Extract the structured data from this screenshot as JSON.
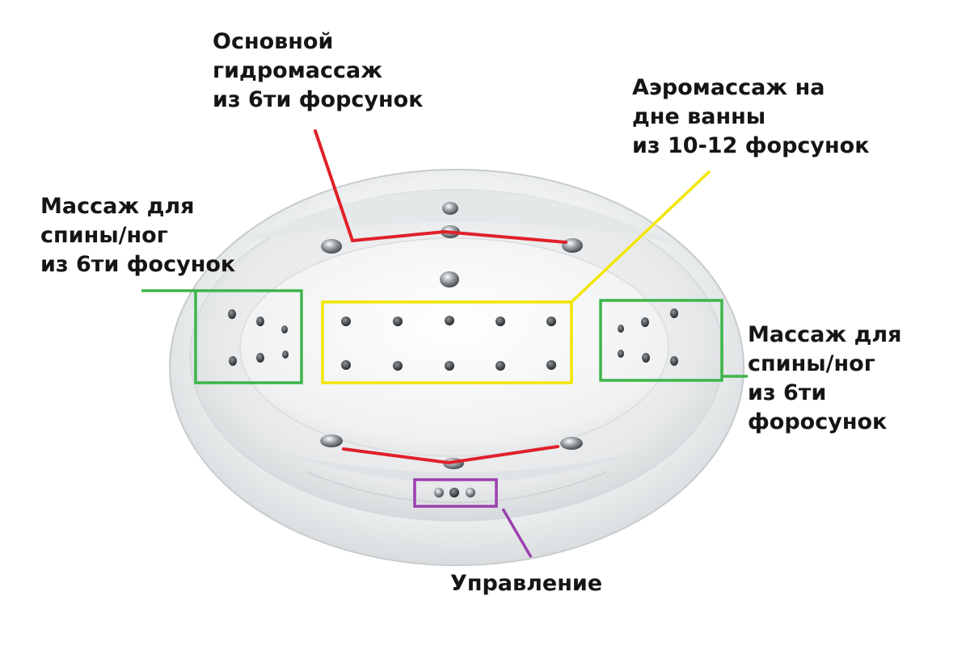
{
  "labels": {
    "main_hydro": [
      "Основной",
      "гидромассаж",
      "из 6ти форсунок"
    ],
    "aero": [
      "Аэромассаж на",
      "дне ванны",
      "из 10-12 форсунок"
    ],
    "back_left": [
      "Массаж для",
      "спины/ног",
      "из 6ти фосунок"
    ],
    "back_right": [
      "Массаж для",
      "спины/ног",
      "из 6ти",
      "форосунок"
    ],
    "control": "Управление"
  },
  "colors": {
    "hydro_line": "#e0202a",
    "aero_frame": "#f2e600",
    "back_frame": "#3db54a",
    "control_frame": "#9b3fb0",
    "text": "#151515"
  },
  "icons": [
    "bathtub-illustration",
    "hydro-nozzle-icon",
    "aero-nozzle-icon",
    "control-button-icon"
  ]
}
